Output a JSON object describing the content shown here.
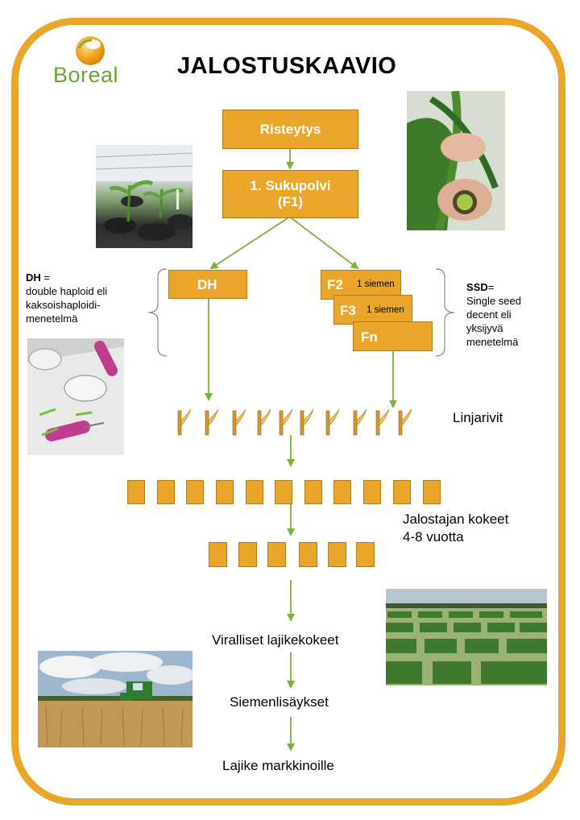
{
  "header": {
    "logo_text": "Boreal",
    "title": "JALOSTUSKAAVIO"
  },
  "boxes": {
    "cross": "Risteytys",
    "f1_line1": "1. Sukupolvi",
    "f1_line2": "(F1)",
    "dh": "DH",
    "f2": "F2",
    "f3": "F3",
    "fn": "Fn",
    "one_seed": "1 siemen"
  },
  "dh_note": {
    "term": "DH",
    "rest": " =",
    "line2": "double haploid eli",
    "line3": "kaksoishaploidi-",
    "line4": "menetelmä"
  },
  "ssd_note": {
    "term": "SSD",
    "rest": "=",
    "line2": "Single seed",
    "line3": "decent eli",
    "line4": "yksijyvä",
    "line5": "menetelmä"
  },
  "steps": {
    "lines": "Linjarivit",
    "breeder_trials_1": "Jalostajan kokeet",
    "breeder_trials_2": "4-8 vuotta",
    "official_trials": "Viralliset lajikekokeet",
    "seed_multiplication": "Siemenlisäykset",
    "market": "Lajike markkinoille"
  },
  "colors": {
    "orange": "#e9a62a",
    "green": "#6aa532",
    "arrow": "#7bb13a"
  }
}
